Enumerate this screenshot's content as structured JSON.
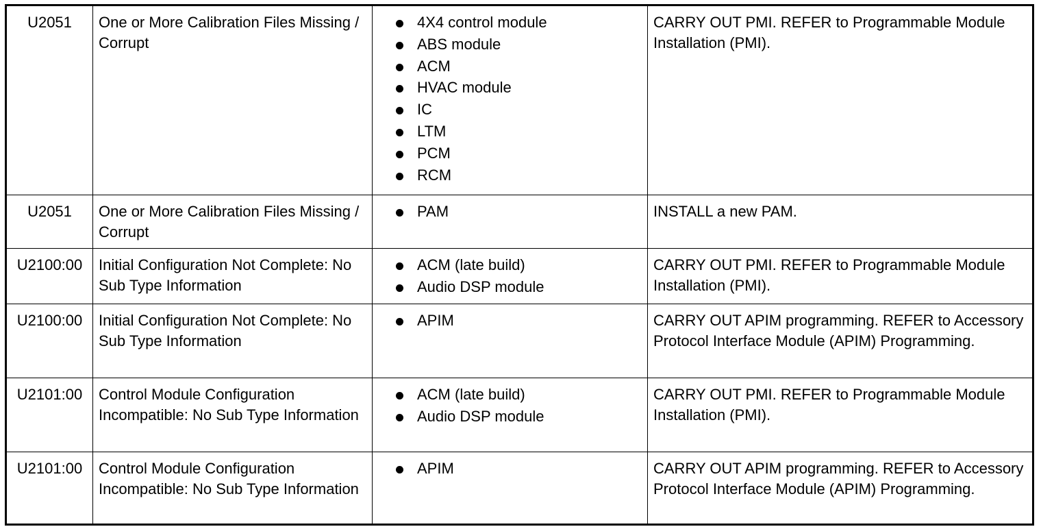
{
  "rows": [
    {
      "code": "U2051",
      "description": "One or More Calibration Files Missing / Corrupt",
      "modules": [
        "4X4 control module",
        "ABS module",
        "ACM",
        "HVAC module",
        "IC",
        "LTM",
        "PCM",
        "RCM"
      ],
      "action": "CARRY OUT PMI. REFER to Programmable Module Installation (PMI)."
    },
    {
      "code": "U2051",
      "description": "One or More Calibration Files Missing / Corrupt",
      "modules": [
        "PAM"
      ],
      "action": "INSTALL a new PAM."
    },
    {
      "code": "U2100:00",
      "description": "Initial Configuration Not Complete: No Sub Type Information",
      "modules": [
        "ACM (late build)",
        "Audio DSP module"
      ],
      "action": "CARRY OUT PMI. REFER to Programmable Module Installation (PMI)."
    },
    {
      "code": "U2100:00",
      "description": "Initial Configuration Not Complete: No Sub Type Information",
      "modules": [
        "APIM"
      ],
      "action": "CARRY OUT APIM programming. REFER to Accessory Protocol Interface Module (APIM) Programming."
    },
    {
      "code": "U2101:00",
      "description": "Control Module Configuration Incompatible: No Sub Type Information",
      "modules": [
        "ACM (late build)",
        "Audio DSP module"
      ],
      "action": "CARRY OUT PMI. REFER to Programmable Module Installation (PMI)."
    },
    {
      "code": "U2101:00",
      "description": "Control Module Configuration Incompatible: No Sub Type Information",
      "modules": [
        "APIM"
      ],
      "action": "CARRY OUT APIM programming. REFER to Accessory Protocol Interface Module (APIM) Programming."
    }
  ]
}
